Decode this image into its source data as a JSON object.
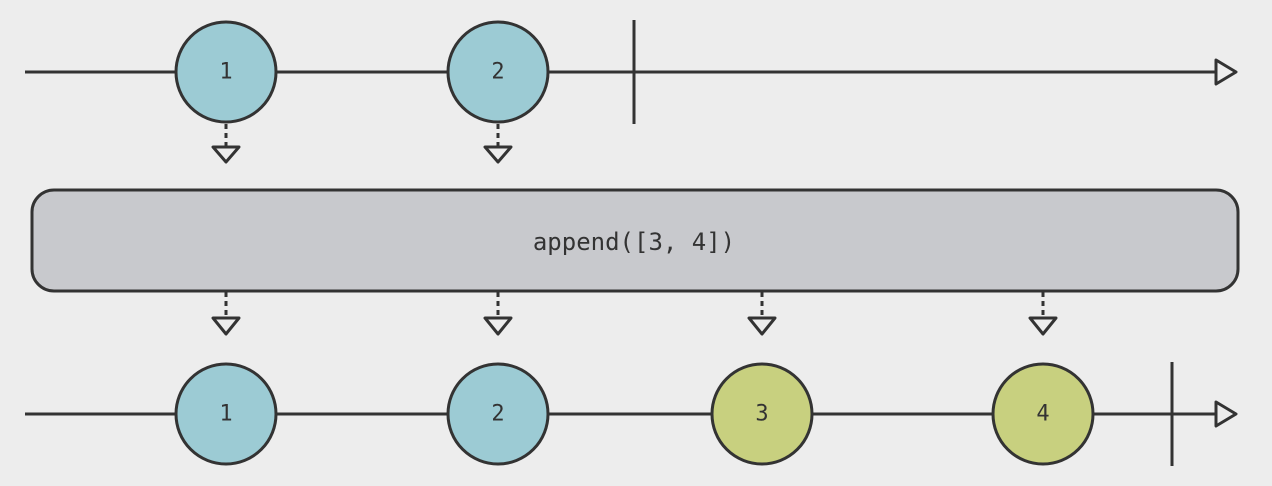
{
  "colors": {
    "background": "#ededed",
    "stroke": "#333333",
    "source_marble": "#9ccbd4",
    "appended_marble": "#c8d07f",
    "operator_box": "#c8c9cd"
  },
  "operator": {
    "label": "append([3, 4])"
  },
  "input_stream": {
    "marbles": [
      {
        "label": "1",
        "color": "source"
      },
      {
        "label": "2",
        "color": "source"
      }
    ],
    "completed": true
  },
  "output_stream": {
    "marbles": [
      {
        "label": "1",
        "color": "source"
      },
      {
        "label": "2",
        "color": "source"
      },
      {
        "label": "3",
        "color": "appended"
      },
      {
        "label": "4",
        "color": "appended"
      }
    ],
    "completed": true
  }
}
